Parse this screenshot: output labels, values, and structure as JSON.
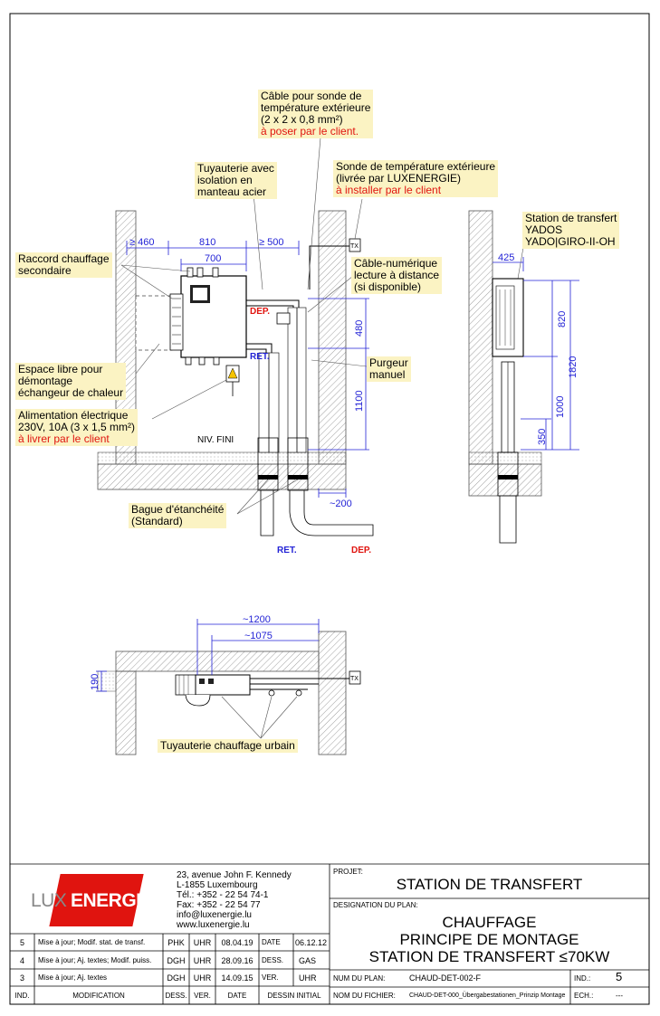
{
  "notes": {
    "cable_sensor": [
      "Câble pour sonde de",
      "température extérieure",
      "(2 x 2 x 0,8 mm²)"
    ],
    "cable_sensor_red": "à poser par le client.",
    "outdoor_sensor": [
      "Sonde de température extérieure",
      "(livrée par LUXENERGIE)"
    ],
    "outdoor_sensor_red": "à installer par le client",
    "piping": [
      "Tuyauterie avec",
      "isolation en",
      "manteau acier"
    ],
    "secondary": [
      "Raccord chauffage",
      "secondaire"
    ],
    "digital_cable": [
      "Câble-numérique",
      "lecture à distance",
      "(si disponible)"
    ],
    "free_space": [
      "Espace libre pour",
      "démontage",
      "échangeur de chaleur"
    ],
    "power": [
      "Alimentation électrique",
      "230V, 10A (3 x 1,5 mm²)"
    ],
    "power_red": "à livrer par le client",
    "bleeder": [
      "Purgeur",
      "manuel"
    ],
    "seal_ring": [
      "Bague d'étanchéité",
      "(Standard)"
    ],
    "station": [
      "Station de transfert",
      "YADOS",
      "YADO|GIRO-II-OH"
    ],
    "urban_piping": [
      "Tuyauterie chauffage urbain"
    ]
  },
  "dimensions": {
    "front_left": "≥ 460",
    "front_810": "810",
    "front_700": "700",
    "front_right": "≥ 500",
    "front_480": "480",
    "front_1100": "1100",
    "front_200": "~200",
    "side_425": "425",
    "side_820": "820",
    "side_1820": "1820",
    "side_1000": "1000",
    "side_350": "350",
    "top_1200": "~1200",
    "top_1075": "~1075",
    "top_190": "190"
  },
  "labels": {
    "dep": "DEP.",
    "ret": "RET.",
    "niv": "NIV. FINI",
    "tx": "TX"
  },
  "logo": {
    "lux": "LUX",
    "energie": "ENERGIE",
    "brand_color": "#e0140f"
  },
  "address": [
    "23, avenue John F. Kennedy",
    "L-1855 Luxembourg",
    "Tél.:  +352 - 22 54 74-1",
    "Fax:  +352 - 22 54 77",
    "info@luxenergie.lu",
    "www.luxenergie.lu"
  ],
  "title_block": {
    "projet_label": "PROJET:",
    "projet": "STATION DE TRANSFERT",
    "designation_label": "DESIGNATION DU PLAN:",
    "designation": [
      "CHAUFFAGE",
      "PRINCIPE DE MONTAGE",
      "STATION DE TRANSFERT ≤70KW"
    ],
    "num_label": "NUM DU PLAN:",
    "num": "CHAUD-DET-002-F",
    "ind_label": "IND.:",
    "ind": "5",
    "fichier_label": "NOM DU FICHIER:",
    "fichier": "CHAUD-DET-000_Übergabestationen_Prinzip Montage",
    "ech_label": "ECH.:",
    "ech": "---",
    "date_label": "DATE",
    "date": "06.12.12",
    "dess_label": "DESS.",
    "dess": "GAS",
    "ver_label": "VER.",
    "ver": "UHR",
    "dessin_initial": "DESSIN INITIAL"
  },
  "revisions": [
    {
      "ind": "5",
      "mod": "Mise à jour; Modif. stat. de transf.",
      "dess": "PHK",
      "ver": "UHR",
      "date": "08.04.19"
    },
    {
      "ind": "4",
      "mod": "Mise à jour; Aj. textes; Modif. puiss.",
      "dess": "DGH",
      "ver": "UHR",
      "date": "28.09.16"
    },
    {
      "ind": "3",
      "mod": "Mise à jour; Aj. textes",
      "dess": "DGH",
      "ver": "UHR",
      "date": "14.09.15"
    }
  ],
  "revision_headers": {
    "ind": "IND.",
    "mod": "MODIFICATION",
    "dess": "DESS.",
    "ver": "VER.",
    "date": "DATE"
  }
}
